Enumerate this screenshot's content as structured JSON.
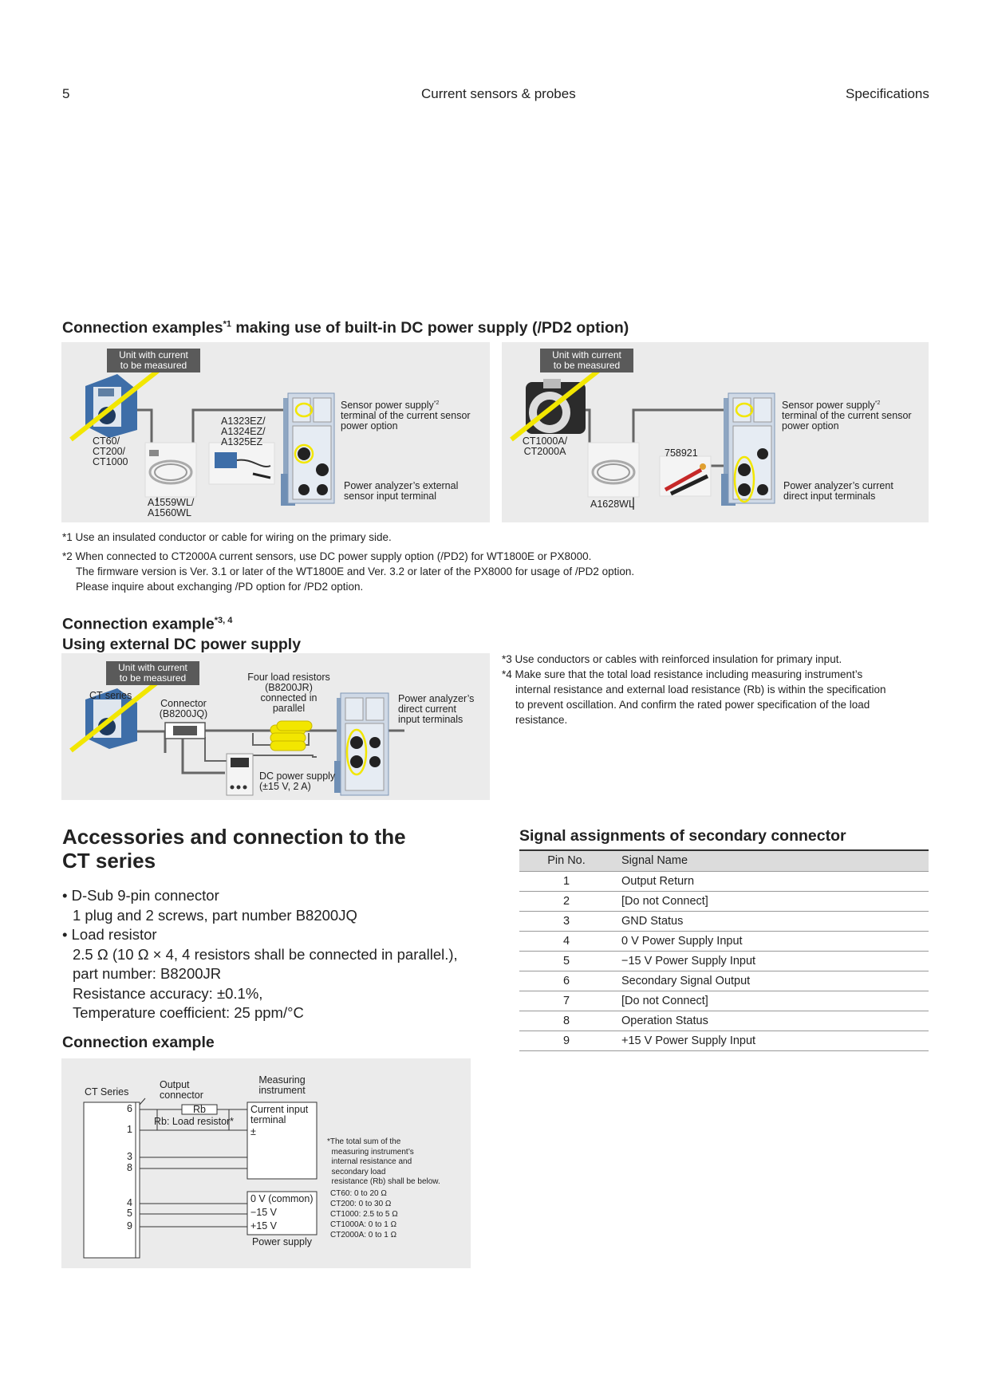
{
  "header": {
    "page_number": "5",
    "center_title": "Current sensors & probes",
    "right_title": "Specifications"
  },
  "section1": {
    "title_a": "Connection examples",
    "title_sup": "*1",
    "title_b": " making use of built-in DC power supply (/PD2 option)",
    "left_panel": {
      "tag_line1": "Unit with current",
      "tag_line2": "to be measured",
      "sensor_label": "CT60/\nCT200/\nCT1000",
      "cable_label": "A1559WL/\nA1560WL",
      "adapter_label": "A1323EZ/\nA1324EZ/\nA1325EZ",
      "power_terminal_a": "Sensor power supply",
      "power_terminal_sup": "*2",
      "power_terminal_b": "terminal of the current sensor\npower option",
      "input_terminal": "Power analyzer’s external\nsensor input terminal"
    },
    "right_panel": {
      "tag_line1": "Unit with current",
      "tag_line2": "to be measured",
      "sensor_label": "CT1000A/\nCT2000A",
      "cable_label": "A1628WL",
      "adapter_label": "758921",
      "power_terminal_a": "Sensor power supply",
      "power_terminal_sup": "*2",
      "power_terminal_b": "terminal of the current sensor\npower option",
      "input_terminal": "Power analyzer’s current\ndirect input terminals"
    },
    "footnotes": [
      "*1 Use an insulated conductor or cable for wiring on the primary side.",
      "*2 When connected to CT2000A current sensors, use DC power supply option (/PD2) for WT1800E or PX8000.",
      "The firmware version is Ver. 3.1 or later of the WT1800E and Ver. 3.2 or later of the PX8000 for usage of /PD2 option.",
      "Please inquire about exchanging /PD option for /PD2 option."
    ]
  },
  "section2": {
    "title_a": "Connection example",
    "title_sup": "*3, 4",
    "title_line2": "Using external DC power supply",
    "tag_line1": "Unit with current",
    "tag_line2": "to be measured",
    "sensor_label": "CT series",
    "connector_label": "Connector\n(B8200JQ)",
    "resistor_label": "Four load resistors\n(B8200JR)\nconnected in\nparallel",
    "input_label": "Power analyzer’s\ndirect current\ninput terminals",
    "supply_label": "DC power supply\n(±15 V, 2 A)",
    "note3": "*3 Use conductors or cables with reinforced insulation for primary input.",
    "note4_a": "*4 Make sure that the total load resistance including measuring instrument’s",
    "note4_b": "internal resistance and external load resistance (Rb) is within the specification\nto prevent oscillation. And confirm the rated power specification of the load\nresistance."
  },
  "accessories": {
    "title": "Accessories and connection to the\nCT series",
    "bullet1": "D-Sub 9-pin connector",
    "bullet1_detail": "1 plug and 2 screws, part number B8200JQ",
    "bullet2": "Load resistor",
    "bullet2_detail": "2.5 Ω (10 Ω × 4, 4 resistors shall be connected in parallel.),\npart number: B8200JR\nResistance accuracy: ±0.1%,\nTemperature coefficient: 25 ppm/°C"
  },
  "wiring": {
    "title": "Connection example",
    "ct_series": "CT Series",
    "output_connector": "Output\nconnector",
    "measuring_instrument": "Measuring\ninstrument",
    "current_input": "Current input\nterminal",
    "plus_minus": "±",
    "rb": "Rb",
    "rb_desc": "Rb: Load resistor*",
    "pins": [
      "6",
      "1",
      "3",
      "8",
      "4",
      "5",
      "9"
    ],
    "supply_lines": [
      "0 V (common)",
      "−15 V",
      "+15 V"
    ],
    "power_supply": "Power supply",
    "note": "*The total sum of the\n  measuring instrument’s\n  internal resistance and\n  secondary load\n  resistance (Rb) shall be below.",
    "limits": [
      "CT60: 0 to 20 Ω",
      "CT200: 0 to 30 Ω",
      "CT1000: 2.5 to 5 Ω",
      "CT1000A: 0 to 1 Ω",
      "CT2000A: 0 to 1 Ω"
    ]
  },
  "signal_table": {
    "title": "Signal assignments of secondary connector",
    "columns": [
      "Pin No.",
      "Signal Name"
    ],
    "rows": [
      [
        "1",
        "Output Return"
      ],
      [
        "2",
        "[Do not Connect]"
      ],
      [
        "3",
        "GND Status"
      ],
      [
        "4",
        "0 V Power Supply Input"
      ],
      [
        "5",
        "−15 V Power Supply Input"
      ],
      [
        "6",
        "Secondary Signal Output"
      ],
      [
        "7",
        "[Do not Connect]"
      ],
      [
        "8",
        "Operation Status"
      ],
      [
        "9",
        "+15 V Power Supply Input"
      ]
    ]
  },
  "colors": {
    "panel_bg": "#ebebeb",
    "tag_bg": "#5a5a5a",
    "highlight": "#f2e600",
    "device_blue": "#3e6ea8"
  }
}
